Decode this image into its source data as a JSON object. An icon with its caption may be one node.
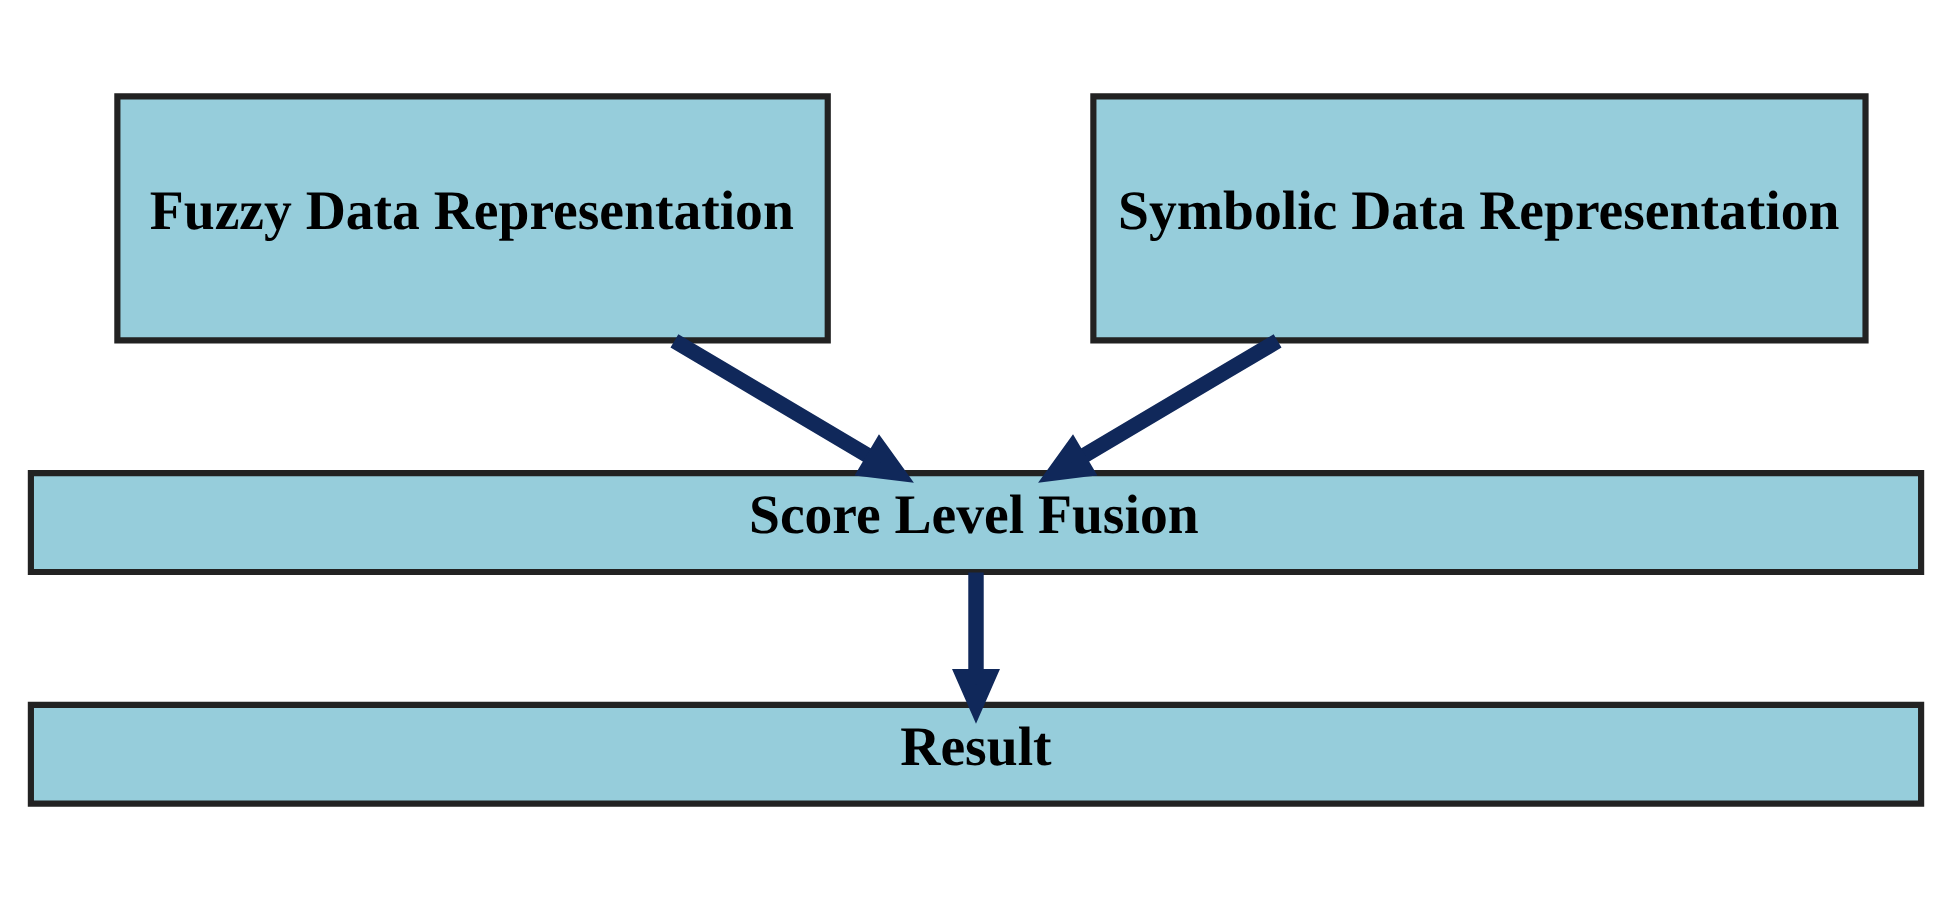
{
  "diagram": {
    "nodes": [
      {
        "text": [
          "Fuzzy Data Representation"
        ]
      },
      {
        "text": [
          "Symbolic Data Representation"
        ]
      },
      {
        "text": [
          "Score Level Fusion"
        ]
      },
      {
        "text": [
          "Result"
        ]
      }
    ],
    "edges": [
      {
        "from": 0,
        "to": 2,
        "arrow": "to"
      },
      {
        "from": 1,
        "to": 2,
        "arrow": "to"
      },
      {
        "from": 2,
        "to": 3,
        "arrow": "to"
      }
    ]
  }
}
